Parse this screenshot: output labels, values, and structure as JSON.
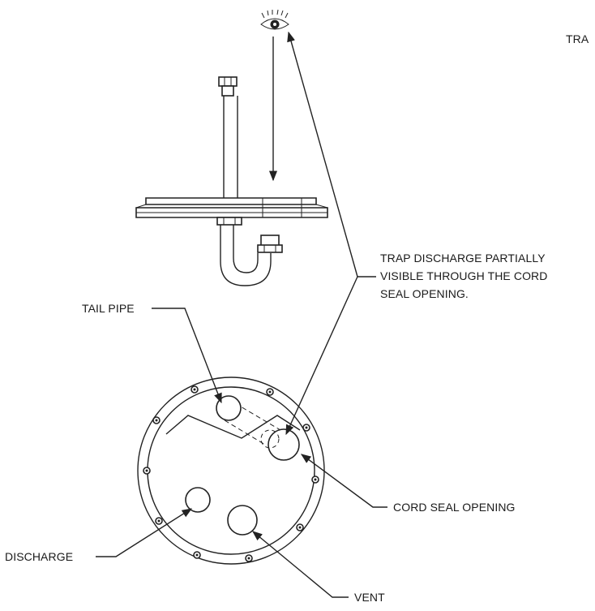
{
  "labels": {
    "top_right_partial": "TRA",
    "trap_note": {
      "line1": "TRAP DISCHARGE PARTIALLY",
      "line2": "VISIBLE THROUGH THE CORD",
      "line3": "SEAL OPENING."
    },
    "tail_pipe": "TAIL PIPE",
    "cord_seal_opening": "CORD SEAL OPENING",
    "discharge": "DISCHARGE",
    "vent": "VENT"
  },
  "icons": {
    "viewer": "eye-icon"
  },
  "colors": {
    "line": "#222222",
    "background": "#ffffff"
  }
}
